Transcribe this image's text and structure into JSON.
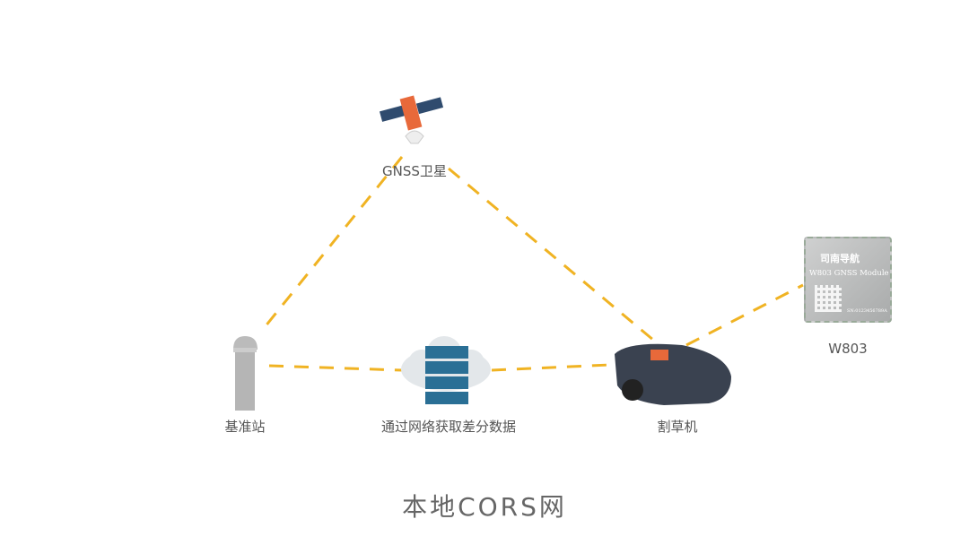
{
  "nodes": {
    "satellite": "GNSS卫星",
    "base_station": "基准站",
    "network": "通过网络获取差分数据",
    "mower": "割草机",
    "module": "W803"
  },
  "module_chip": {
    "brand": "司南导航",
    "model": "W803 GNSS Module",
    "serial": "SN:0123456789A"
  },
  "title": "本地CORS网",
  "colors": {
    "link": "#f0b323",
    "text": "#555555"
  }
}
